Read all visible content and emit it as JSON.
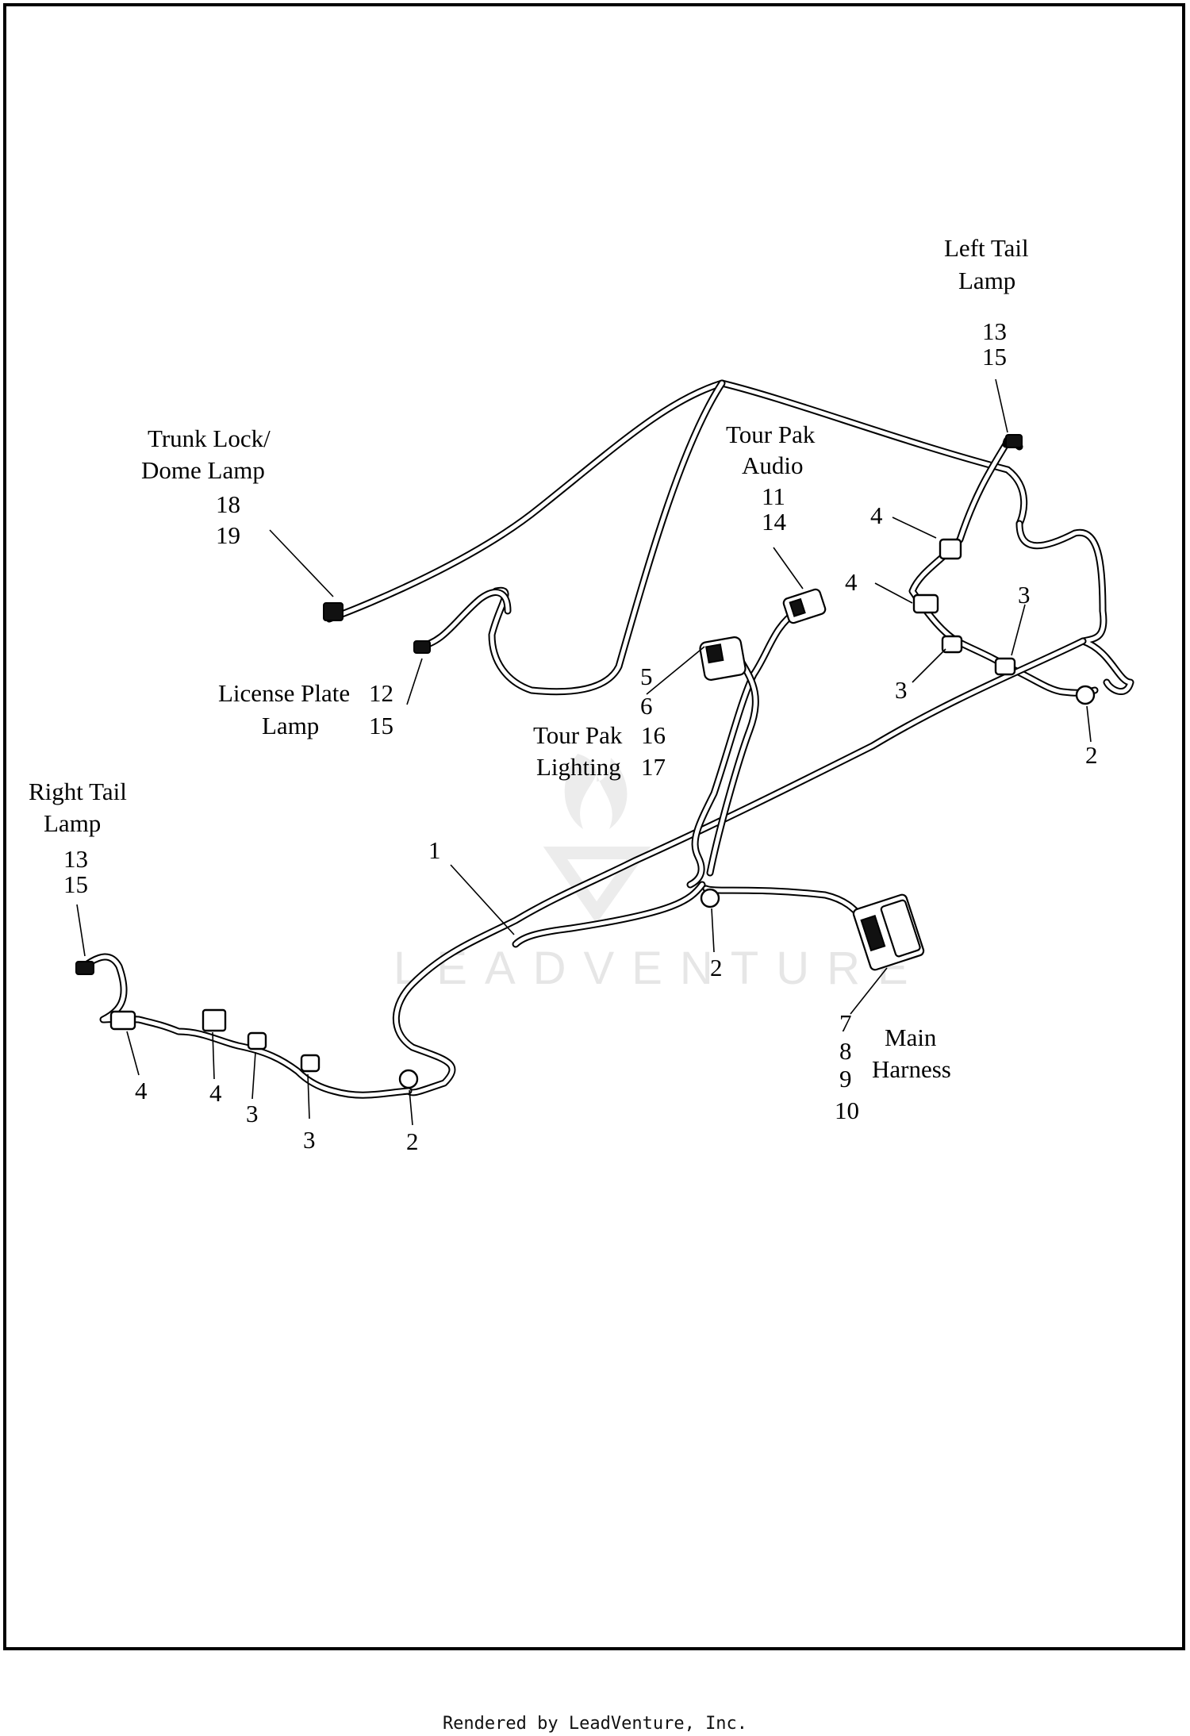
{
  "labels": {
    "left_tail_1": "Left Tail",
    "left_tail_2": "Lamp",
    "left_tail_n1": "13",
    "left_tail_n2": "15",
    "trunk_1": "Trunk Lock/",
    "trunk_2": "Dome Lamp",
    "trunk_n1": "18",
    "trunk_n2": "19",
    "tourpak_audio_1": "Tour Pak",
    "tourpak_audio_2": "Audio",
    "tourpak_audio_n1": "11",
    "tourpak_audio_n2": "14",
    "license_1": "License Plate",
    "license_2": "Lamp",
    "license_n1": "12",
    "license_n2": "15",
    "lighting_n1": "5",
    "lighting_n2": "6",
    "lighting_1": "Tour Pak",
    "lighting_n3": "16",
    "lighting_2": "Lighting",
    "lighting_n4": "17",
    "right_tail_1": "Right Tail",
    "right_tail_2": "Lamp",
    "right_tail_n1": "13",
    "right_tail_n2": "15",
    "main_1": "Main",
    "main_2": "Harness",
    "main_n1": "7",
    "main_n2": "8",
    "main_n3": "9",
    "main_n4": "10"
  },
  "callouts": {
    "c1": "1",
    "c2_center": "2",
    "c2_right": "2",
    "c2_left": "2",
    "c3_right_a": "3",
    "c3_right_b": "3",
    "c3_left_a": "3",
    "c3_left_b": "3",
    "c4_right_a": "4",
    "c4_right_b": "4",
    "c4_left_a": "4",
    "c4_left_b": "4"
  },
  "watermark": "LEADVENTURE",
  "footer": "Rendered by LeadVenture, Inc."
}
